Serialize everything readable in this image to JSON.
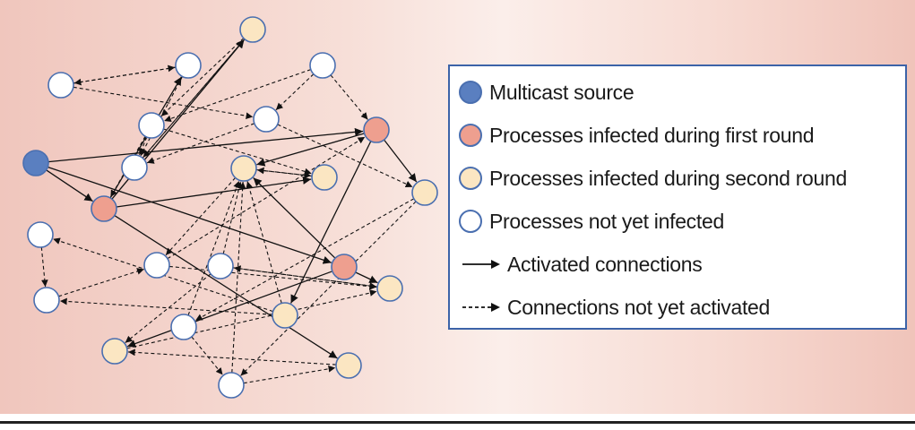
{
  "colors": {
    "source": "#5a7fc0",
    "first_round": "#ee9f8f",
    "second_round": "#fbe6c2",
    "not_infected": "#ffffff",
    "node_border": "#4a6fb0",
    "legend_border": "#3c63a8"
  },
  "legend": {
    "items": [
      {
        "kind": "source",
        "label": "Multicast source"
      },
      {
        "kind": "first_round",
        "label": "Processes infected during first round"
      },
      {
        "kind": "second_round",
        "label": "Processes infected during second round"
      },
      {
        "kind": "not_infected",
        "label": "Processes not yet infected"
      },
      {
        "kind": "active_edge",
        "label": "Activated connections"
      },
      {
        "kind": "inactive_edge",
        "label": "Connections not yet activated"
      }
    ]
  },
  "graph": {
    "nodes": [
      {
        "id": "S",
        "kind": "source"
      },
      {
        "id": "F1",
        "kind": "first_round"
      },
      {
        "id": "F2",
        "kind": "first_round"
      },
      {
        "id": "F3",
        "kind": "first_round"
      },
      {
        "id": "A",
        "kind": "second_round"
      },
      {
        "id": "B",
        "kind": "second_round"
      },
      {
        "id": "C",
        "kind": "second_round"
      },
      {
        "id": "D",
        "kind": "second_round"
      },
      {
        "id": "E",
        "kind": "second_round"
      },
      {
        "id": "G",
        "kind": "second_round"
      },
      {
        "id": "H",
        "kind": "second_round"
      },
      {
        "id": "I",
        "kind": "second_round"
      },
      {
        "id": "W1",
        "kind": "not_infected"
      },
      {
        "id": "W2",
        "kind": "not_infected"
      },
      {
        "id": "W3",
        "kind": "not_infected"
      },
      {
        "id": "W4",
        "kind": "not_infected"
      },
      {
        "id": "W5",
        "kind": "not_infected"
      },
      {
        "id": "W6",
        "kind": "not_infected"
      },
      {
        "id": "W7",
        "kind": "not_infected"
      },
      {
        "id": "W8",
        "kind": "not_infected"
      },
      {
        "id": "W9",
        "kind": "not_infected"
      },
      {
        "id": "W10",
        "kind": "not_infected"
      },
      {
        "id": "W11",
        "kind": "not_infected"
      },
      {
        "id": "W12",
        "kind": "not_infected"
      }
    ],
    "edges": [
      {
        "from": "S",
        "to": "F1",
        "active": true
      },
      {
        "from": "S",
        "to": "F2",
        "active": true
      },
      {
        "from": "S",
        "to": "F3",
        "active": true
      },
      {
        "from": "F1",
        "to": "W2",
        "active": true
      },
      {
        "from": "F1",
        "to": "A",
        "active": true
      },
      {
        "from": "F1",
        "to": "C",
        "active": true
      },
      {
        "from": "F1",
        "to": "I",
        "active": true
      },
      {
        "from": "F2",
        "to": "B",
        "active": true
      },
      {
        "from": "F2",
        "to": "D",
        "active": true
      },
      {
        "from": "F2",
        "to": "E",
        "active": true
      },
      {
        "from": "F3",
        "to": "F",
        "active": true
      },
      {
        "from": "F3",
        "to": "G",
        "active": true
      },
      {
        "from": "F3",
        "to": "H",
        "active": true
      },
      {
        "from": "W1",
        "to": "W2",
        "active": false
      },
      {
        "from": "W1",
        "to": "W5",
        "active": false
      },
      {
        "from": "W2",
        "to": "W1",
        "active": false
      },
      {
        "from": "W3",
        "to": "W4",
        "active": false
      },
      {
        "from": "W3",
        "to": "W5",
        "active": false
      },
      {
        "from": "W3",
        "to": "F2",
        "active": false
      },
      {
        "from": "W4",
        "to": "C",
        "active": false
      },
      {
        "from": "W4",
        "to": "W6",
        "active": false
      },
      {
        "from": "W6",
        "to": "A",
        "active": false
      },
      {
        "from": "A",
        "to": "W4",
        "active": false
      },
      {
        "from": "A",
        "to": "W6",
        "active": false
      },
      {
        "from": "F",
        "to": "C",
        "active": false
      },
      {
        "from": "C",
        "to": "F",
        "active": false
      },
      {
        "from": "E",
        "to": "W7",
        "active": false
      },
      {
        "from": "E",
        "to": "F",
        "active": false
      },
      {
        "from": "E",
        "to": "W8",
        "active": false
      },
      {
        "from": "W7",
        "to": "W8",
        "active": false
      },
      {
        "from": "W8",
        "to": "W9",
        "active": false
      },
      {
        "from": "W9",
        "to": "F2",
        "active": false
      },
      {
        "from": "W9",
        "to": "G",
        "active": false
      },
      {
        "from": "W10",
        "to": "B",
        "active": false
      },
      {
        "from": "W10",
        "to": "G",
        "active": false
      },
      {
        "from": "W10",
        "to": "H",
        "active": false
      },
      {
        "from": "W11",
        "to": "B",
        "active": false
      },
      {
        "from": "W11",
        "to": "W12",
        "active": false
      },
      {
        "from": "W12",
        "to": "I",
        "active": false
      },
      {
        "from": "W12",
        "to": "B",
        "active": false
      },
      {
        "from": "I",
        "to": "H",
        "active": false
      },
      {
        "from": "H",
        "to": "G",
        "active": false
      },
      {
        "from": "G",
        "to": "W10",
        "active": false
      },
      {
        "from": "D",
        "to": "W11",
        "active": false
      },
      {
        "from": "D",
        "to": "W12",
        "active": false
      },
      {
        "from": "W5",
        "to": "W6",
        "active": false
      },
      {
        "from": "W5",
        "to": "D",
        "active": false
      },
      {
        "from": "W2",
        "to": "W6",
        "active": false
      },
      {
        "from": "W4",
        "to": "F1",
        "active": false
      },
      {
        "from": "B",
        "to": "W9",
        "active": false
      }
    ]
  }
}
